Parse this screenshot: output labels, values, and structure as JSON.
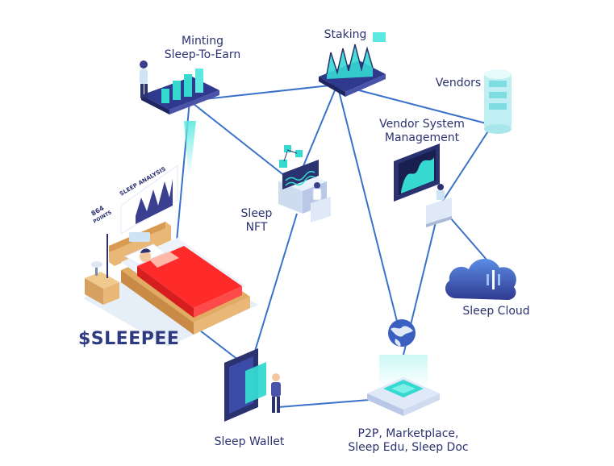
{
  "labels": {
    "minting": "Minting\nSleep-To-Earn",
    "staking": "Staking",
    "vendors": "Vendors",
    "vendor_system": "Vendor System\nManagement",
    "sleep_nft": "Sleep\nNFT",
    "sleep_cloud": "Sleep Cloud",
    "sleep_wallet": "Sleep Wallet",
    "p2p": "P2P, Marketplace,\nSleep Edu, Sleep Doc",
    "brand": "$SLEEPEE"
  },
  "analysis": {
    "title": "SLEEP ANALYSIS",
    "points_value": "864",
    "points_label": "POINTS"
  },
  "colors": {
    "line": "#3a72c9",
    "cyan": "#35d9d0",
    "navy": "#2b3270",
    "purple": "#3a3f8f",
    "blanket": "#ff2b2b"
  }
}
